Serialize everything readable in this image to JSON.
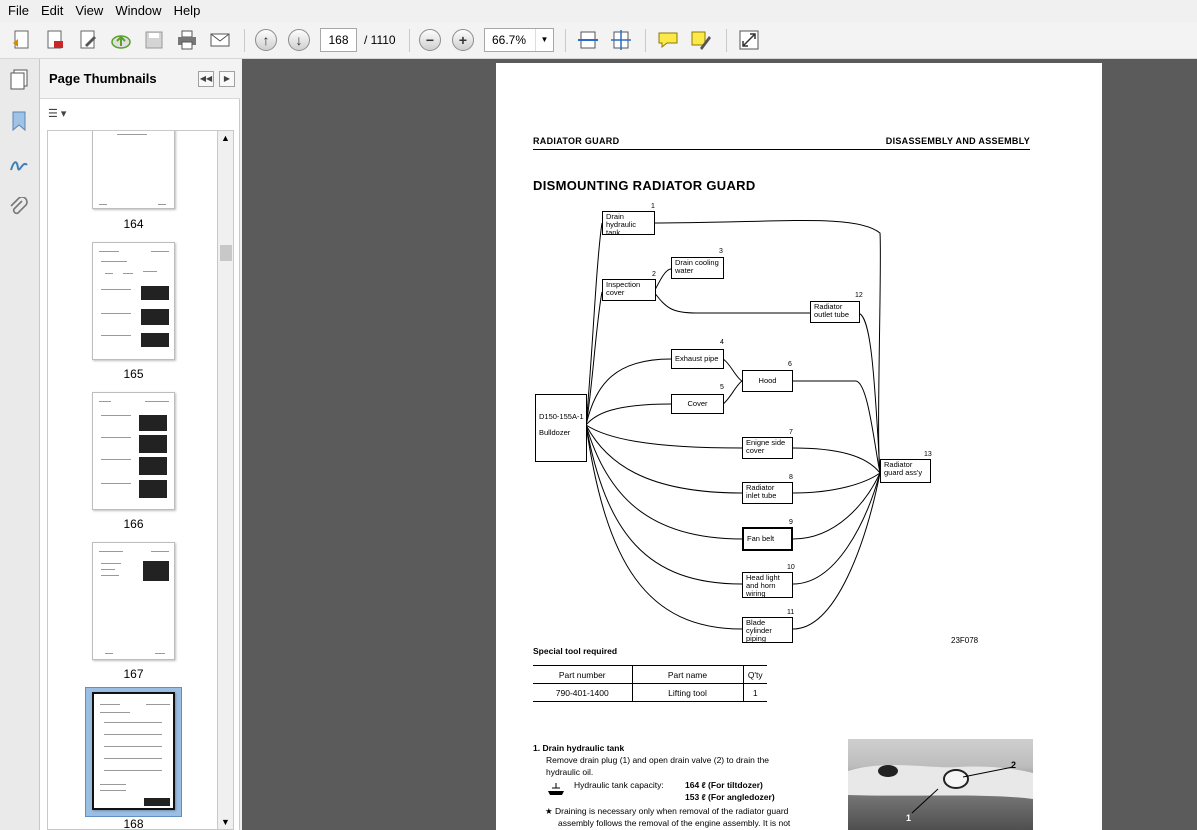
{
  "menu": [
    "File",
    "Edit",
    "View",
    "Window",
    "Help"
  ],
  "toolbar": {
    "page_current": "168",
    "page_total": "/ 1110",
    "zoom": "66.7%"
  },
  "panel": {
    "title": "Page Thumbnails",
    "thumbnails": [
      {
        "label": "164"
      },
      {
        "label": "165"
      },
      {
        "label": "166"
      },
      {
        "label": "167"
      },
      {
        "label": "168"
      }
    ]
  },
  "document": {
    "header_left": "RADIATOR GUARD",
    "header_right": "DISASSEMBLY AND ASSEMBLY",
    "title": "DISMOUNTING RADIATOR GUARD",
    "diagram": {
      "nodes": [
        {
          "num": "1",
          "label": "Drain\nhydraulic\ntank"
        },
        {
          "num": "2",
          "label": "Inspection\ncover"
        },
        {
          "num": "3",
          "label": "Drain cooling\nwater"
        },
        {
          "num": "4",
          "label": "Exhaust pipe"
        },
        {
          "num": "5",
          "label": "Cover"
        },
        {
          "num": "6",
          "label": "Hood"
        },
        {
          "num": "7",
          "label": "Enigne side\ncover"
        },
        {
          "num": "8",
          "label": "Radiator\ninlet tube"
        },
        {
          "num": "9",
          "label": "Fan belt"
        },
        {
          "num": "10",
          "label": "Head light\nand horn\nwiring"
        },
        {
          "num": "11",
          "label": "Blade\ncylinder\npiping"
        },
        {
          "num": "12",
          "label": "Radiator\noutlet tube"
        },
        {
          "num": "13",
          "label": "Radiator\nguard ass'y"
        }
      ],
      "start_label": "D150-155A-1\n\nBulldozer",
      "code": "23F078"
    },
    "special_tool_heading": "Special tool required",
    "table": {
      "headers": [
        "Part number",
        "Part name",
        "Q'ty"
      ],
      "rows": [
        [
          "790-401-1400",
          "Lifting tool",
          "1"
        ]
      ]
    },
    "step1": {
      "heading": "1.  Drain hydraulic tank",
      "line1": "Remove drain plug (1) and open drain valve (2) to drain the",
      "line2": "hydraulic oil.",
      "cap_label": "Hydraulic tank capacity:",
      "cap1": "164 ℓ (For tiltdozer)",
      "cap2": "153 ℓ (For angledozer)",
      "note1": "★  Draining is necessary only when removal of the radiator guard",
      "note2": "assembly follows the removal of the engine assembly.  It is not"
    },
    "photo_labels": [
      "2",
      "1"
    ]
  }
}
